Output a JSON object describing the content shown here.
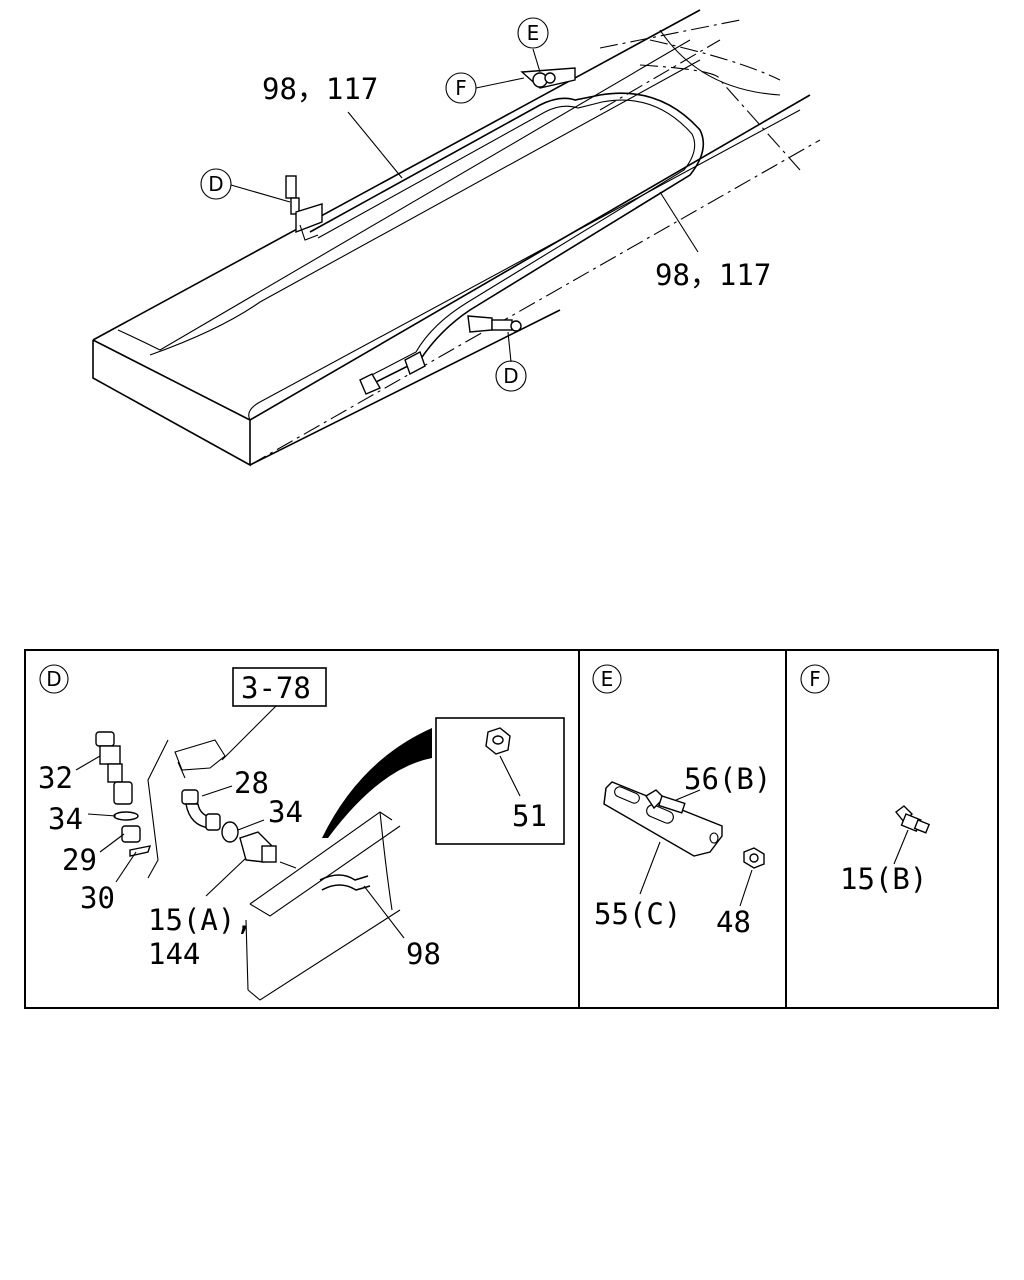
{
  "overview": {
    "callouts": {
      "top_left_pipe": "98，117",
      "right_pipe": "98，117",
      "ref_e": "E",
      "ref_f": "F",
      "ref_d_upper": "D",
      "ref_d_lower": "D"
    }
  },
  "detail_panels": [
    {
      "id": "D",
      "header": "D",
      "ref_box": "3-78",
      "labels": {
        "p32": "32",
        "p34a": "34",
        "p29": "29",
        "p30": "30",
        "p28": "28",
        "p34b": "34",
        "p15a": "15(A),",
        "p144": "144",
        "p98": "98",
        "p51": "51"
      }
    },
    {
      "id": "E",
      "header": "E",
      "labels": {
        "p56b": "56(B)",
        "p55c": "55(C)",
        "p48": "48"
      }
    },
    {
      "id": "F",
      "header": "F",
      "labels": {
        "p15b": "15(B)"
      }
    }
  ]
}
